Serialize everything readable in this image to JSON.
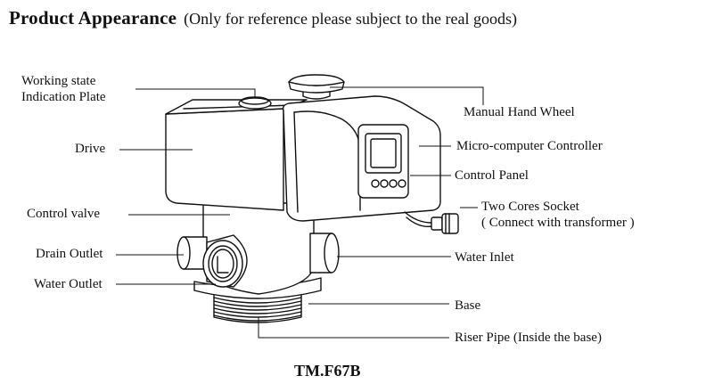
{
  "heading": {
    "title": "Product  Appearance",
    "note": "(Only for reference please subject to the real goods)"
  },
  "labels": {
    "working_state_1": "Working state",
    "working_state_2": "Indication Plate",
    "drive": "Drive",
    "control_valve": "Control valve",
    "drain_outlet": "Drain Outlet",
    "water_outlet": "Water Outlet",
    "manual_hand_wheel": "Manual Hand Wheel",
    "micro_computer_controller": "Micro-computer Controller",
    "control_panel": "Control Panel",
    "two_cores_socket_1": "Two Cores Socket",
    "two_cores_socket_2": "( Connect with transformer )",
    "water_inlet": "Water Inlet",
    "base": "Base",
    "riser_pipe": "Riser Pipe (Inside the base)"
  },
  "model": "TM.F67B"
}
